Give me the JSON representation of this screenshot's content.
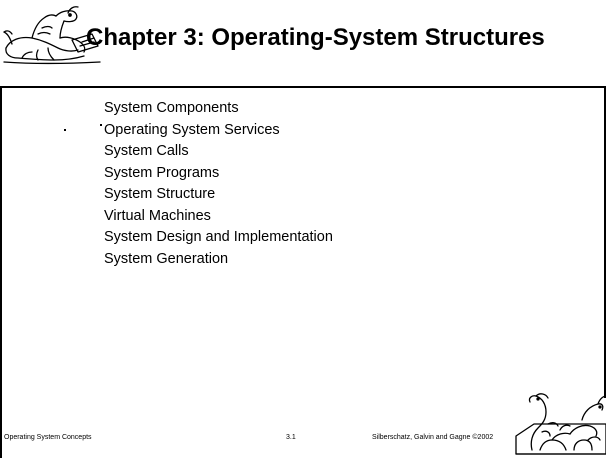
{
  "slide": {
    "title": "Chapter 3:  Operating-System Structures",
    "topics": [
      "System Components",
      "Operating System Services",
      "System Calls",
      "System Programs",
      "System Structure",
      "Virtual Machines",
      "System Design and Implementation",
      "System Generation"
    ],
    "footer": {
      "left": "Operating System Concepts",
      "center": "3.1",
      "right": "Silberschatz, Galvin and  Gagne ©2002"
    }
  },
  "icons": {
    "left_logo": "dinosaur-reading-icon",
    "right_logo": "dinosaur-family-icon"
  }
}
